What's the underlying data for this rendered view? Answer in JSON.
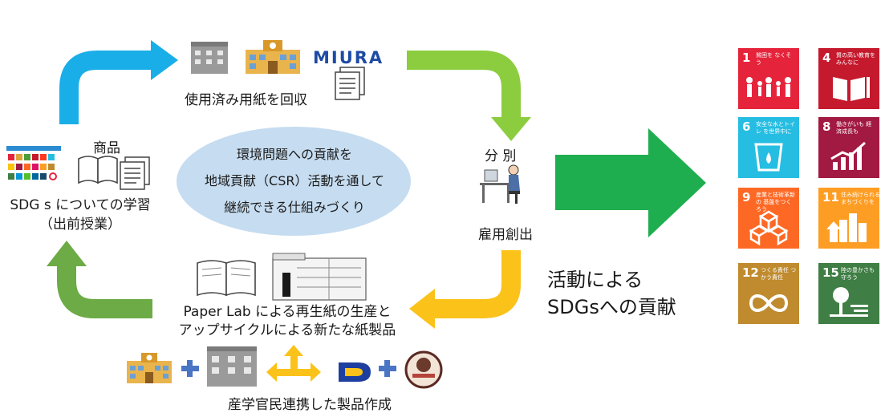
{
  "top_label": "使用済み用紙を回収",
  "miura_logo": "MIURA",
  "ellipse": {
    "line1": "環境問題への貢献を",
    "line2": "地域貢献（CSR）活動を通して",
    "line3": "継続できる仕組みづくり"
  },
  "left": {
    "product_label": "商品",
    "study_line1": "SDG s についての学習",
    "study_line2": "（出前授業）"
  },
  "right": {
    "sort_label": "分 別",
    "employment_label": "雇用創出"
  },
  "bottom": {
    "paperlab_line1": "Paper Lab による再生紙の生産と",
    "paperlab_line2": "アップサイクルによる新たな紙製品",
    "collab_label": "産学官民連携した製品作成"
  },
  "contribution": {
    "line1": "活動による",
    "line2": "SDGsへの貢献"
  },
  "sdg_goals": [
    {
      "number": "1",
      "text": "貧困を なくそう",
      "color": "#e5243b",
      "icon": "family-icon"
    },
    {
      "number": "4",
      "text": "質の高い教育を みんなに",
      "color": "#c5192d",
      "icon": "book-icon"
    },
    {
      "number": "6",
      "text": "安全な水とトイレ を世界中に",
      "color": "#26bde2",
      "icon": "water-icon"
    },
    {
      "number": "8",
      "text": "働きがいも 経済成長も",
      "color": "#a21942",
      "icon": "growth-chart-icon"
    },
    {
      "number": "9",
      "text": "産業と技術革新の 基盤をつくろう",
      "color": "#fd6925",
      "icon": "cubes-icon"
    },
    {
      "number": "11",
      "text": "住み続けられる まちづくりを",
      "color": "#fd9d24",
      "icon": "city-icon"
    },
    {
      "number": "12",
      "text": "つくる責任 つかう責任",
      "color": "#bf8b2e",
      "icon": "infinity-icon"
    },
    {
      "number": "15",
      "text": "陸の豊かさも 守ろう",
      "color": "#3f7e44",
      "icon": "tree-icon"
    }
  ],
  "colors": {
    "arrow_blue": "#1aaee8",
    "arrow_lightgreen": "#8ccd3f",
    "arrow_yellow": "#fbc21a",
    "arrow_green": "#6cab45",
    "big_arrow": "#1fae4f",
    "ellipse_fill": "#c6dcf0"
  }
}
